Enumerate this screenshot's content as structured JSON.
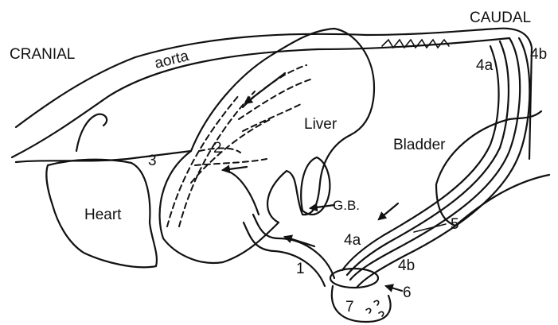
{
  "labels": {
    "cranial": "CRANIAL",
    "caudal": "CAUDAL",
    "aorta": "aorta",
    "liver": "Liver",
    "heart": "Heart",
    "bladder": "Bladder",
    "gall_bladder": "G.B.",
    "n1": "1",
    "n2": "2",
    "n3": "3",
    "n4a_top": "4a",
    "n4b_top": "4b",
    "n4a_bottom": "4a",
    "n4b_bottom": "4b",
    "n5": "5",
    "n6": "6",
    "n7": "7"
  }
}
